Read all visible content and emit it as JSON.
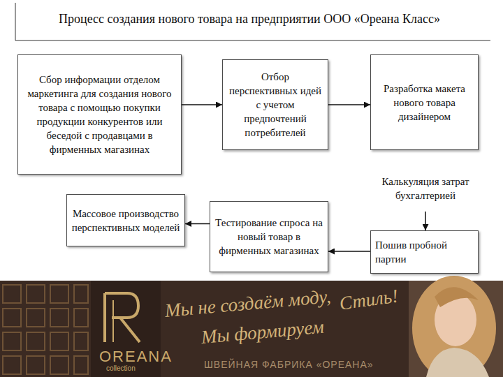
{
  "diagram": {
    "title": "Процесс создания нового товара на предприятии ООО «Ореана Класс»",
    "nodes": [
      {
        "text": [
          "Сбор информации отделом маркетинга для создания нового товара с помощью покупки продукции конкурентов или беседой с продавцами в фирменных магазинах"
        ]
      },
      {
        "text": [
          "Отбор перспективных идей с учетом предпочтений потребителей"
        ]
      },
      {
        "text": [
          "Разработка макета нового товара дизайнером"
        ]
      },
      {
        "text": [
          "Калькуляция затрат бухгалтерией"
        ]
      },
      {
        "text": [
          "Пошив пробной партии"
        ]
      },
      {
        "text": [
          "Тестирование спроса на новый товар в фирменных магазинах"
        ]
      },
      {
        "text": [
          "Массовое производство перспективных моделей"
        ]
      }
    ],
    "edges": [
      {
        "from": 0,
        "to": 1,
        "arrow": "to"
      },
      {
        "from": 1,
        "to": 2,
        "arrow": "to"
      },
      {
        "from": 3,
        "to": 4,
        "arrow": "to"
      },
      {
        "from": 4,
        "to": 5,
        "arrow": "to"
      },
      {
        "from": 5,
        "to": 6,
        "arrow": "to"
      }
    ],
    "labels": [
      "OREANA",
      "collection",
      "Мы не создаём моду,",
      "Стиль!",
      "Мы формируем",
      "ШВЕЙНАЯ ФАБРИКА «ОРЕАНА»"
    ]
  }
}
